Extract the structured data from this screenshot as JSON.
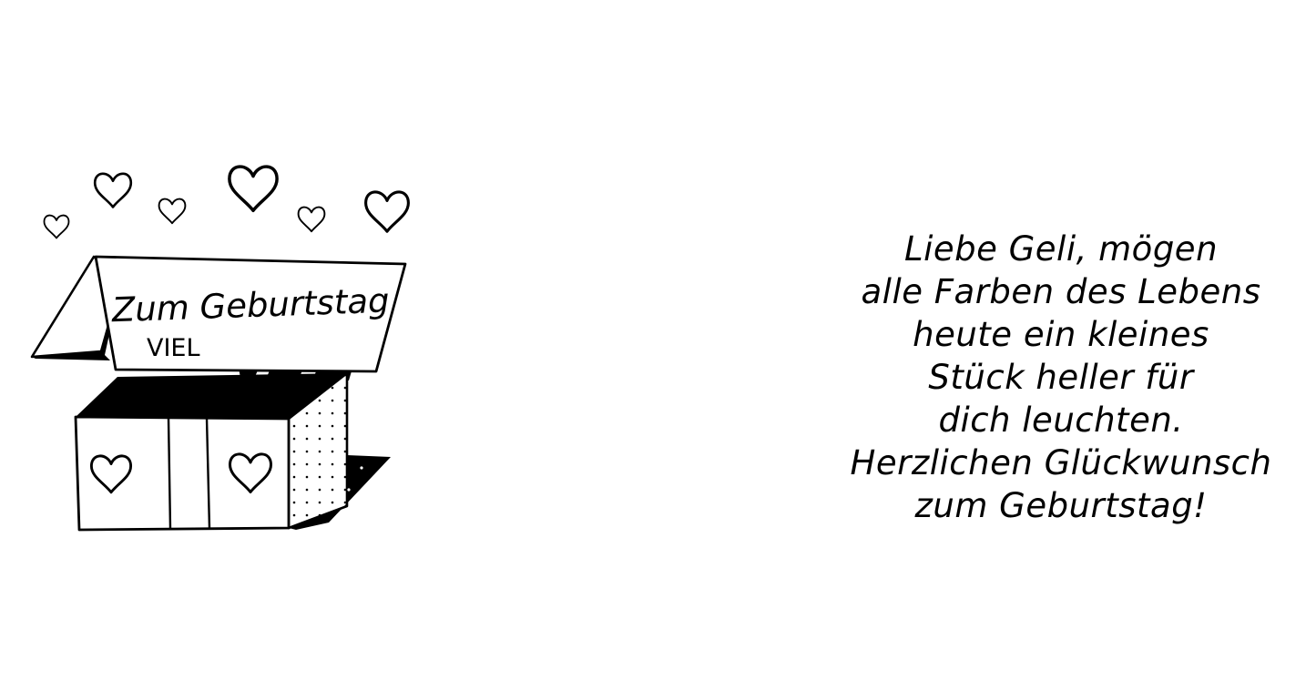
{
  "card": {
    "illustration": {
      "lid_text": "Zum Geburtstag",
      "sub_text": "VIEL",
      "icons": [
        "heart-icon",
        "gift-box-icon"
      ]
    },
    "greeting_lines": [
      "Liebe Geli, mögen",
      "alle Farben des Lebens",
      "heute ein kleines",
      "Stück heller für",
      "dich leuchten.",
      "Herzlichen Glückwunsch",
      "zum Geburtstag!"
    ]
  },
  "colors": {
    "ink": "#000000",
    "paper": "#ffffff"
  }
}
